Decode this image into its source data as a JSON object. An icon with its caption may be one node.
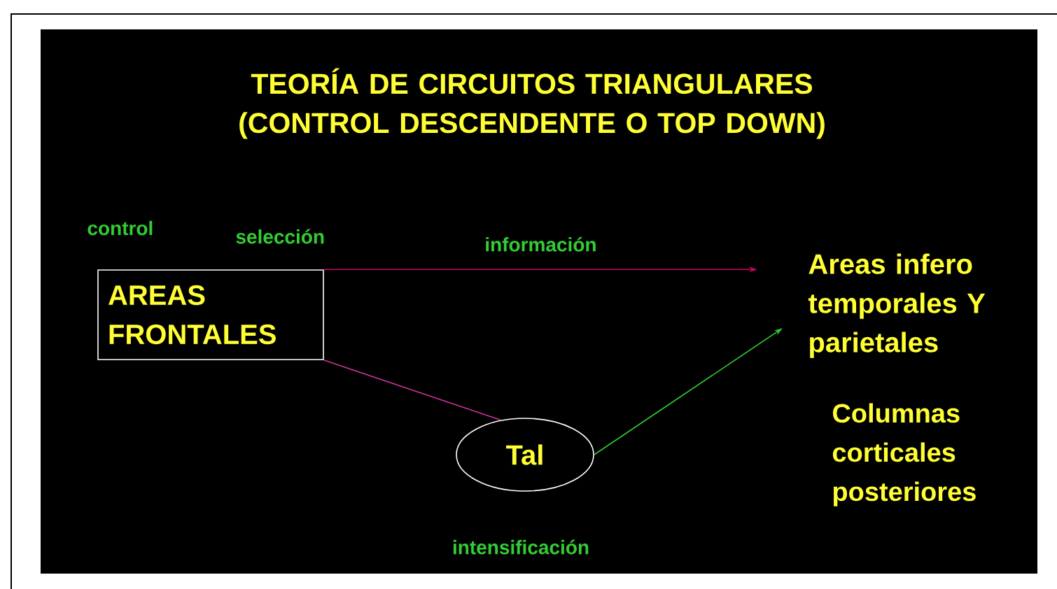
{
  "diagram": {
    "title": "TEORÍA DE CIRCUITOS TRIANGULARES (CONTROL DESCENDENTE O TOP DOWN)",
    "nodes": [
      {
        "text": [
          "AREAS FRONTALES"
        ]
      },
      {
        "text": [
          "Tal"
        ]
      },
      {
        "text": [
          "Areas infero temporales Y parietales"
        ]
      }
    ],
    "edges": [
      {
        "from": 0,
        "to": 2,
        "arrow": "to",
        "label": "información",
        "color": "#cc0066"
      },
      {
        "from": 0,
        "to": 1,
        "arrow": "none",
        "color": "#cc3399"
      },
      {
        "from": 1,
        "to": 2,
        "arrow": "to",
        "color": "#33cc33"
      }
    ],
    "labels": [
      "control",
      "selección",
      "Columnas corticales posteriores",
      "intensificación"
    ]
  }
}
